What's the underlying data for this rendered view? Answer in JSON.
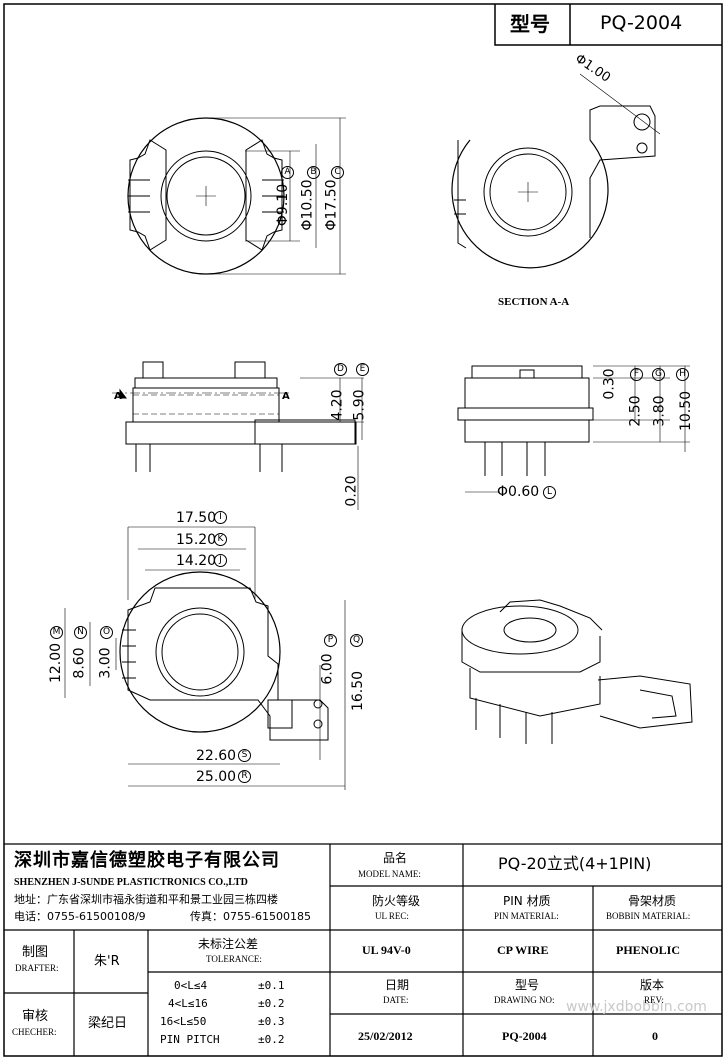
{
  "header": {
    "model_label": "型号",
    "model_value": "PQ-2004"
  },
  "dims": {
    "a": "9.10",
    "b": "10.50",
    "c": "17.50",
    "phi": "Φ",
    "hole": "1.00",
    "section_label": "SECTION A-A",
    "section_mark": "A",
    "d": "4.20",
    "e": "5.90",
    "f": "2.50",
    "g": "3.80",
    "h": "10.50",
    "top_gap": "0.30",
    "bottom_gap": "0.20",
    "pin_dia": "0.60",
    "i": "17.50",
    "k": "15.20",
    "j": "14.20",
    "m": "12.00",
    "n": "8.60",
    "o": "3.00",
    "p": "6.00",
    "q": "16.50",
    "s": "22.60",
    "r": "25.00",
    "tag_a": "A",
    "tag_b": "B",
    "tag_c": "C",
    "tag_d": "D",
    "tag_e": "E",
    "tag_f": "F",
    "tag_g": "G",
    "tag_h": "H",
    "tag_i": "I",
    "tag_j": "J",
    "tag_k": "K",
    "tag_l": "L",
    "tag_m": "M",
    "tag_n": "N",
    "tag_o": "O",
    "tag_p": "P",
    "tag_q": "Q",
    "tag_r": "R",
    "tag_s": "S"
  },
  "title_block": {
    "company_cn": "深圳市嘉信德塑胶电子有限公司",
    "company_en": "SHENZHEN J-SUNDE PLASTICTRONICS CO.,LTD",
    "address": "地址：广东省深圳市福永街道和平和景工业园三栋四楼",
    "phone": "电话：0755-61500108/9",
    "fax": "传真：0755-61500185",
    "model_name_cn": "品名",
    "model_name_en": "MODEL NAME:",
    "model_name_value": "PQ-20立式(4+1PIN)",
    "ul_cn": "防火等级",
    "ul_en": "UL REC:",
    "ul_value": "UL 94V-0",
    "pin_cn": "PIN 材质",
    "pin_en": "PIN MATERIAL:",
    "pin_value": "CP WIRE",
    "bobbin_cn": "骨架材质",
    "bobbin_en": "BOBBIN MATERIAL:",
    "bobbin_value": "PHENOLIC",
    "drafter_cn": "制图",
    "drafter_en": "DRAFTER:",
    "drafter_value": "朱'R",
    "checker_cn": "审核",
    "checker_en": "CHECHER:",
    "checker_value": "梁纪日",
    "tol_cn": "未标注公差",
    "tol_en": "TOLERANCE:",
    "tolerances": [
      {
        "range": "0<L≤4",
        "value": "±0.1"
      },
      {
        "range": "4<L≤16",
        "value": "±0.2"
      },
      {
        "range": "16<L≤50",
        "value": "±0.3"
      },
      {
        "range": "PIN PITCH",
        "value": "±0.2"
      }
    ],
    "date_cn": "日期",
    "date_en": "DATE:",
    "date_value": "25/02/2012",
    "drawing_cn": "型号",
    "drawing_en": "DRAWING NO:",
    "drawing_value": "PQ-2004",
    "rev_cn": "版本",
    "rev_en": "REV:",
    "rev_value": "0",
    "watermark": "www.jxdbobbin.com"
  }
}
